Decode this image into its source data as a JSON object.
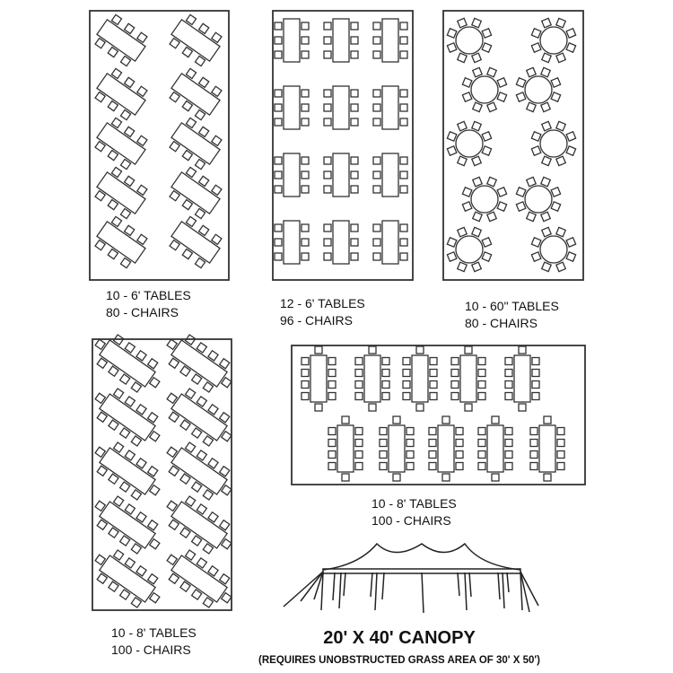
{
  "layouts": [
    {
      "tables": "10 - 6' TABLES",
      "chairs": "80 - CHAIRS"
    },
    {
      "tables": "12 - 6' TABLES",
      "chairs": "96 - CHAIRS"
    },
    {
      "tables": "10 - 60\" TABLES",
      "chairs": "80 - CHAIRS"
    },
    {
      "tables": "10 - 8' TABLES",
      "chairs": "100 - CHAIRS"
    },
    {
      "tables": "10 - 8' TABLES",
      "chairs": "100 - CHAIRS"
    }
  ],
  "canopy": {
    "title": "20' X 40' CANOPY",
    "note": "(REQUIRES UNOBSTRUCTED GRASS AREA OF 30' X 50')"
  }
}
